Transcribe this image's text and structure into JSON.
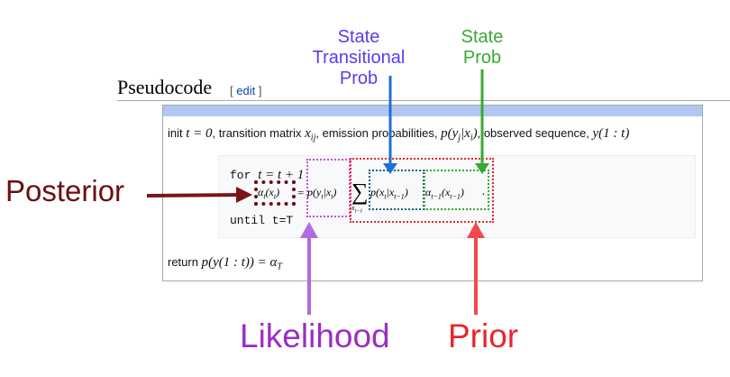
{
  "annotations": {
    "state_transitional": "State\nTransitional\nProb",
    "state_prob": "State\nProb",
    "posterior": "Posterior",
    "likelihood": "Likelihood",
    "prior": "Prior",
    "colors": {
      "state_transitional": "#5a3cf0",
      "state_prob": "#3aa832",
      "posterior": "#6b0f0f",
      "likelihood": "#9a2fc2",
      "prior": "#e8262c"
    }
  },
  "section": {
    "heading": "Pseudocode",
    "edit_open": "[",
    "edit_label": "edit",
    "edit_close": "]"
  },
  "algorithm": {
    "init_prefix": "init ",
    "init_t": "t = 0",
    "init_mid1": ", transition matrix ",
    "init_matrix": "x",
    "init_matrix_sub": "ij",
    "init_mid2": ", emission probabilities, ",
    "init_emission": "p(y",
    "init_emission_sub1": "j",
    "init_emission_mid": "|x",
    "init_emission_sub2": "i",
    "init_emission_close": ")",
    "init_mid3": ", observed sequence, ",
    "init_seq": "y(1 : t)",
    "for_keyword": "for ",
    "for_expr": "t = t + 1",
    "alpha": "α",
    "alpha_sub": "t",
    "alpha_arg": "(x",
    "alpha_arg_sub": "t",
    "alpha_arg_close": ")",
    "equals": "=",
    "likelihood_term": "p(y",
    "likelihood_sub1": "t",
    "likelihood_mid": "|x",
    "likelihood_sub2": "t",
    "likelihood_close": ")",
    "sum_symbol": "∑",
    "sum_sub": "x",
    "sum_sub_sub": "t−1",
    "trans_term": "p(x",
    "trans_sub1": "t",
    "trans_mid": "|x",
    "trans_sub2": "t−1",
    "trans_close": ")",
    "prev_alpha": "α",
    "prev_alpha_sub": "t−1",
    "prev_alpha_arg": "(x",
    "prev_alpha_arg_sub": "t−1",
    "prev_alpha_close": ")",
    "dot": ".",
    "until_line": "until t=T",
    "return_prefix": "return ",
    "return_expr": "p(y(1 : t)) = α",
    "return_sub": "T"
  }
}
